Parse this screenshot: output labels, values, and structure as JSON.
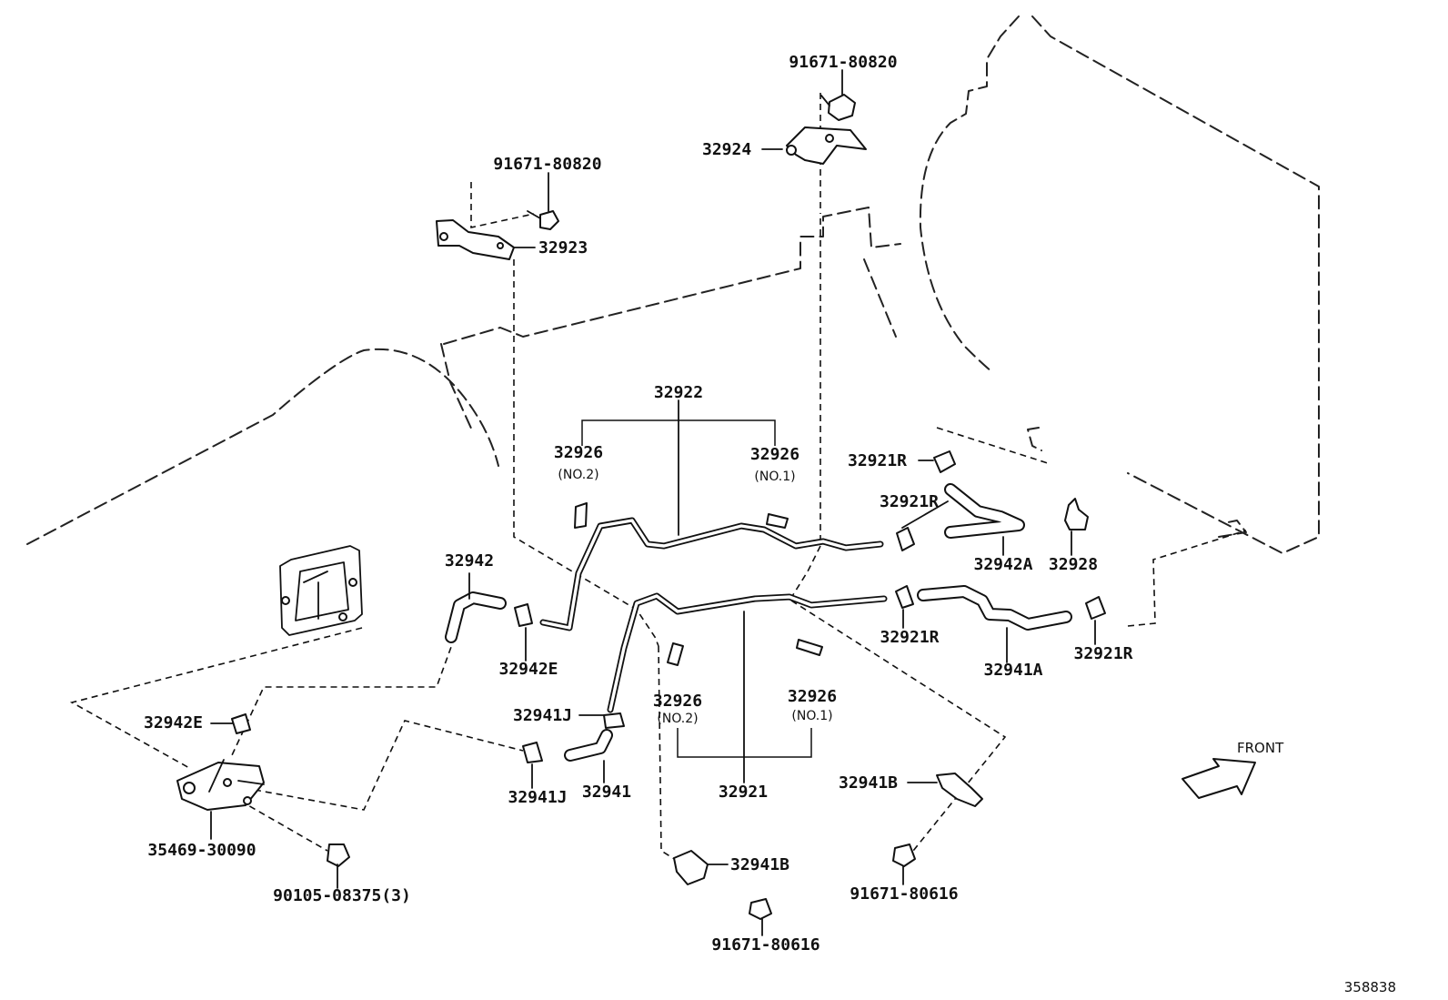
{
  "labels": {
    "bolt_top": "91671-80820",
    "bracket_32924": "32924",
    "bolt_left": "91671-80820",
    "bracket_32923": "32923",
    "pipe_32922": "32922",
    "union_no2_upper": "32926",
    "union_no2_upper_sub": "(NO.2)",
    "union_no1_upper": "32926",
    "union_no1_upper_sub": "(NO.1)",
    "clip_32921r_a": "32921R",
    "clip_32921r_b": "32921R",
    "clip_32921r_c": "32921R",
    "clip_32921r_d": "32921R",
    "hose_32942a": "32942A",
    "clamp_32928": "32928",
    "hose_32942": "32942",
    "clip_32942e_upper": "32942E",
    "hose_32941a": "32941A",
    "clip_32941j_upper": "32941J",
    "union_no2_lower": "32926",
    "union_no2_lower_sub": "(NO.2)",
    "union_no1_lower": "32926",
    "union_no1_lower_sub": "(NO.1)",
    "clip_32942e_lower": "32942E",
    "clip_32941j_lower": "32941J",
    "hose_32941": "32941",
    "pipe_32921": "32921",
    "clamp_32941b_right": "32941B",
    "clamp_32941b_lower": "32941B",
    "bracket_35469": "35469-30090",
    "bolt_90105": "90105-08375(3)",
    "bolt_right_lower": "91671-80616",
    "bolt_center_lower": "91671-80616",
    "front_arrow": "FRONT",
    "diagram_code": "358838"
  },
  "icons": {
    "front_arrow": "front-direction-arrow-icon"
  }
}
